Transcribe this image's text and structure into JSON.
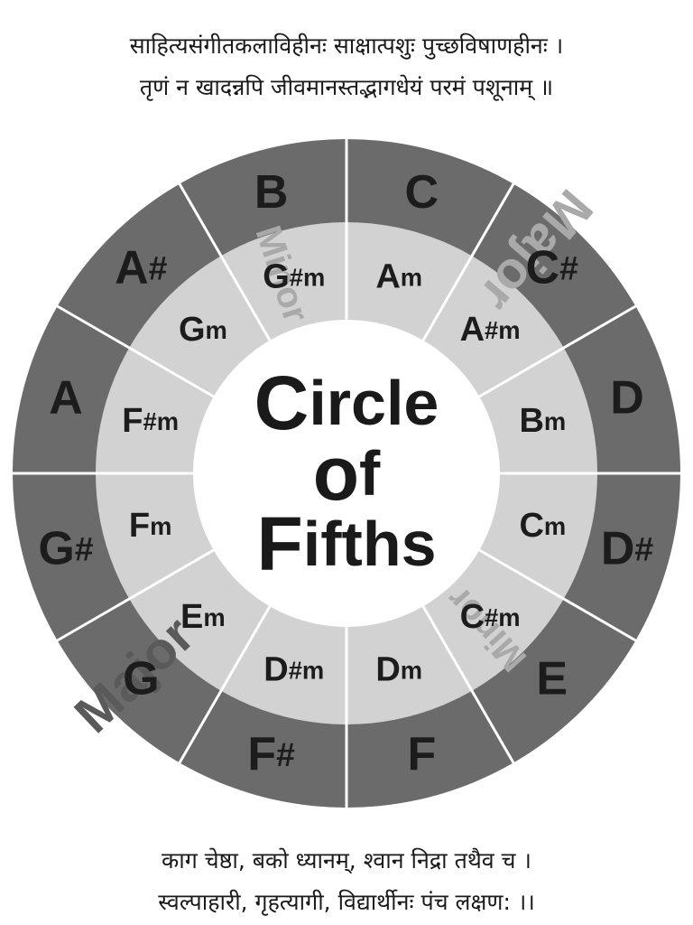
{
  "verse_top": {
    "line1": "साहित्यसंगीतकलाविहीनः साक्षात्पशुः पुच्छविषाणहीनः ।",
    "line2": "तृणं न खादन्नपि जीवमानस्तद्भागधेयं परमं पशूनाम् ॥"
  },
  "verse_bottom": {
    "line1": "काग चेष्ठा, बको ध्यानम्, श्वान निद्रा तथैव च ।",
    "line2": "स्वल्पाहारी, गृहत्यागी, विद्यार्थीनः पंच लक्षण: ।।"
  },
  "diagram": {
    "center_title": [
      "Circle",
      "of",
      "Fifths"
    ],
    "major_keys": [
      "C",
      "C#",
      "D",
      "D#",
      "E",
      "F",
      "F#",
      "G",
      "G#",
      "A",
      "A#",
      "B"
    ],
    "minor_keys": [
      "Am",
      "A#m",
      "Bm",
      "Cm",
      "C#m",
      "Dm",
      "D#m",
      "Em",
      "Fm",
      "F#m",
      "Gm",
      "G#m"
    ],
    "watermarks": [
      {
        "text": "Major",
        "tone": "light",
        "ring": "outer",
        "slot": 1.35
      },
      {
        "text": "Major",
        "tone": "dark",
        "ring": "outer",
        "slot": 7.55
      },
      {
        "text": "Minor",
        "tone": "light",
        "ring": "inner",
        "slot": 11.4
      },
      {
        "text": "Minor",
        "tone": "light",
        "ring": "inner",
        "slot": 4.6
      }
    ],
    "colors": {
      "outer_ring": "#6b6b6b",
      "inner_ring": "#d2d2d2",
      "center": "#ffffff",
      "divider": "#ffffff",
      "text": "#1c1c1c",
      "watermark_light": "#a9a9a9",
      "watermark_dark": "#5a5a5a"
    }
  }
}
